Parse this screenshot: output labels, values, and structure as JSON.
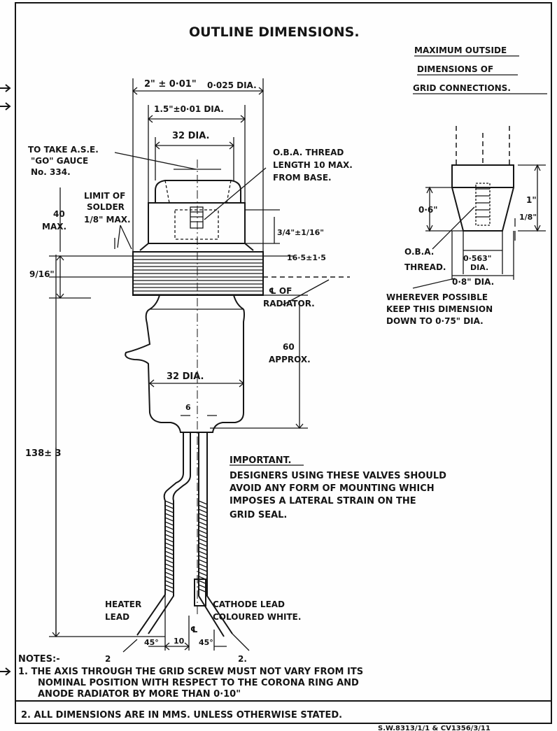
{
  "title": "OUTLINE DIMENSIONS.",
  "grid_box": {
    "heading": [
      "MAXIMUM OUTSIDE",
      "DIMENSIONS OF",
      "GRID CONNECTIONS."
    ],
    "d_06": "0·6\"",
    "d_1": "1\"",
    "d_18": "1/8\"",
    "oba_a": "O.B.A.",
    "oba_b": "THREAD.",
    "d_0563a": "0·563\"",
    "d_0563b": "DIA.",
    "d_08": "0·8\" DIA.",
    "note": [
      "WHEREVER POSSIBLE",
      "KEEP THIS DIMENSION",
      "DOWN TO 0·75\" DIA."
    ]
  },
  "dims": {
    "d_top_a": "2\"  ±  0·01\"",
    "d_top_b": "0·025 DIA.",
    "d_15": "1.5\"±0·01 DIA.",
    "d_32_top": "32  DIA.",
    "gauge": [
      "TO TAKE A.S.E.",
      "\"GO\" GAUCE",
      "No. 334."
    ],
    "oba_thread": [
      "O.B.A. THREAD",
      "LENGTH 10 MAX.",
      "FROM BASE."
    ],
    "solder": [
      "LIMIT OF",
      "SOLDER",
      "1/8\" MAX."
    ],
    "d_40": [
      "40",
      "MAX."
    ],
    "d_34": "3/4\"±1/16\"",
    "d_165": "16·5±1·5",
    "d_916": "9/16\"",
    "radiator": [
      "℄ OF",
      "RADIATOR."
    ],
    "d_60": [
      "60",
      "APPROX."
    ],
    "d_32_mid": "32 DIA.",
    "d_6": "6",
    "d_138": "138± 3",
    "heater": [
      "HEATER",
      "LEAD"
    ],
    "cathode": [
      "CATHODE LEAD",
      "COLOURED  WHITE."
    ],
    "d_45a": "45°",
    "d_10": "10",
    "d_45b": "45°",
    "d_2a": "2",
    "d_2b": "2.",
    "cl": "℄"
  },
  "important": {
    "heading": "IMPORTANT.",
    "lines": [
      "DESIGNERS  USING  THESE VALVES  SHOULD",
      "AVOID  ANY FORM  OF MOUNTING  WHICH",
      "IMPOSES  A LATERAL  STRAIN  ON  THE",
      "GRID  SEAL."
    ]
  },
  "notes": {
    "heading": "NOTES:-",
    "n1": [
      "1.  THE  AXIS  THROUGH  THE  GRID  SCREW  MUST  NOT  VARY  FROM  ITS",
      "NOMINAL  POSITION  WITH  RESPECT  TO THE  CORONA  RING  AND",
      "ANODE  RADIATOR  BY  MORE  THAN  0·10\""
    ],
    "n2": "2.  ALL  DIMENSIONS  ARE  IN  MMS.  UNLESS  OTHERWISE  STATED."
  },
  "footer_ref": "S.W.8313/1/1  &  CV1356/3/11"
}
